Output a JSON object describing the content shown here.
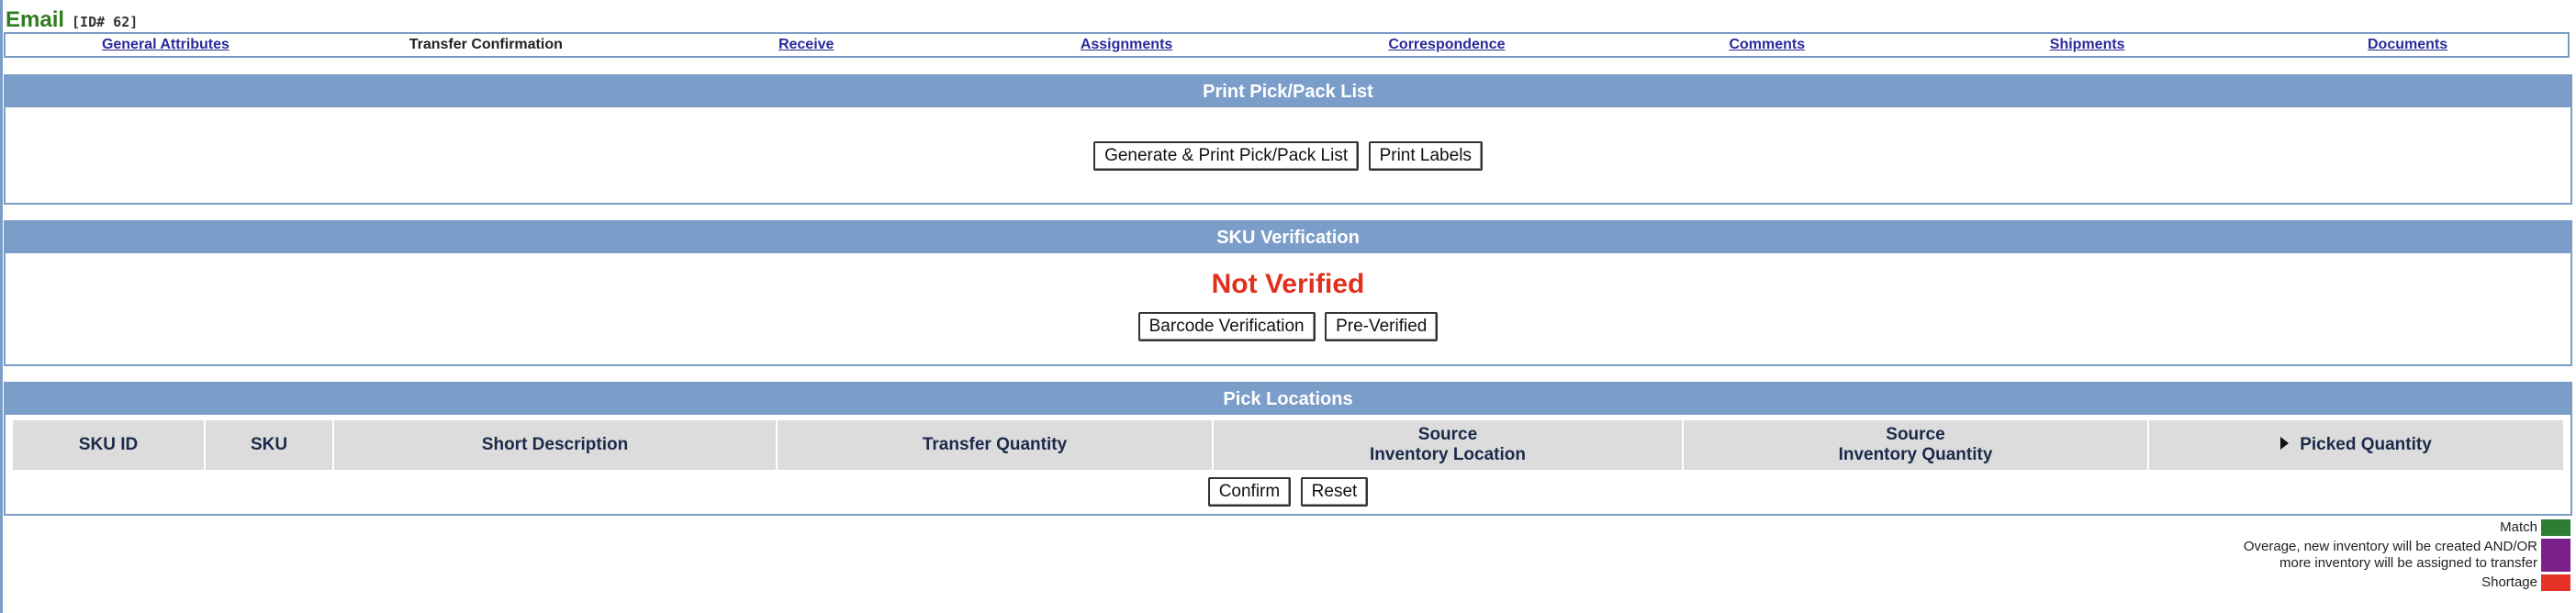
{
  "page": {
    "title": "Email",
    "id_label": "[ID# 62]"
  },
  "tabs": [
    {
      "label": "General Attributes",
      "active": false
    },
    {
      "label": "Transfer Confirmation",
      "active": true
    },
    {
      "label": "Receive",
      "active": false
    },
    {
      "label": "Assignments",
      "active": false
    },
    {
      "label": "Correspondence",
      "active": false
    },
    {
      "label": "Comments",
      "active": false
    },
    {
      "label": "Shipments",
      "active": false
    },
    {
      "label": "Documents",
      "active": false
    }
  ],
  "print_panel": {
    "header": "Print Pick/Pack List",
    "generate_button": "Generate & Print Pick/Pack List",
    "labels_button": "Print Labels"
  },
  "sku_panel": {
    "header": "SKU Verification",
    "status": "Not Verified",
    "barcode_button": "Barcode Verification",
    "preverified_button": "Pre-Verified"
  },
  "pick_panel": {
    "header": "Pick Locations",
    "columns": {
      "sku_id": "SKU ID",
      "sku": "SKU",
      "short_description": "Short Description",
      "transfer_quantity": "Transfer Quantity",
      "source_location_l1": "Source",
      "source_location_l2": "Inventory Location",
      "source_quantity_l1": "Source",
      "source_quantity_l2": "Inventory Quantity",
      "picked_quantity": "Picked Quantity"
    },
    "confirm_button": "Confirm",
    "reset_button": "Reset"
  },
  "legend": {
    "match": "Match",
    "overage_l1": "Overage, new inventory will be created AND/OR",
    "overage_l2": "more inventory will be assigned to transfer",
    "shortage": "Shortage"
  },
  "colors": {
    "match": "#2e7d32",
    "overage": "#7b1f8a",
    "shortage": "#e53327",
    "header_bg": "#7b9dca",
    "status_red": "#e0301e",
    "title_green": "#2e7d1f"
  }
}
